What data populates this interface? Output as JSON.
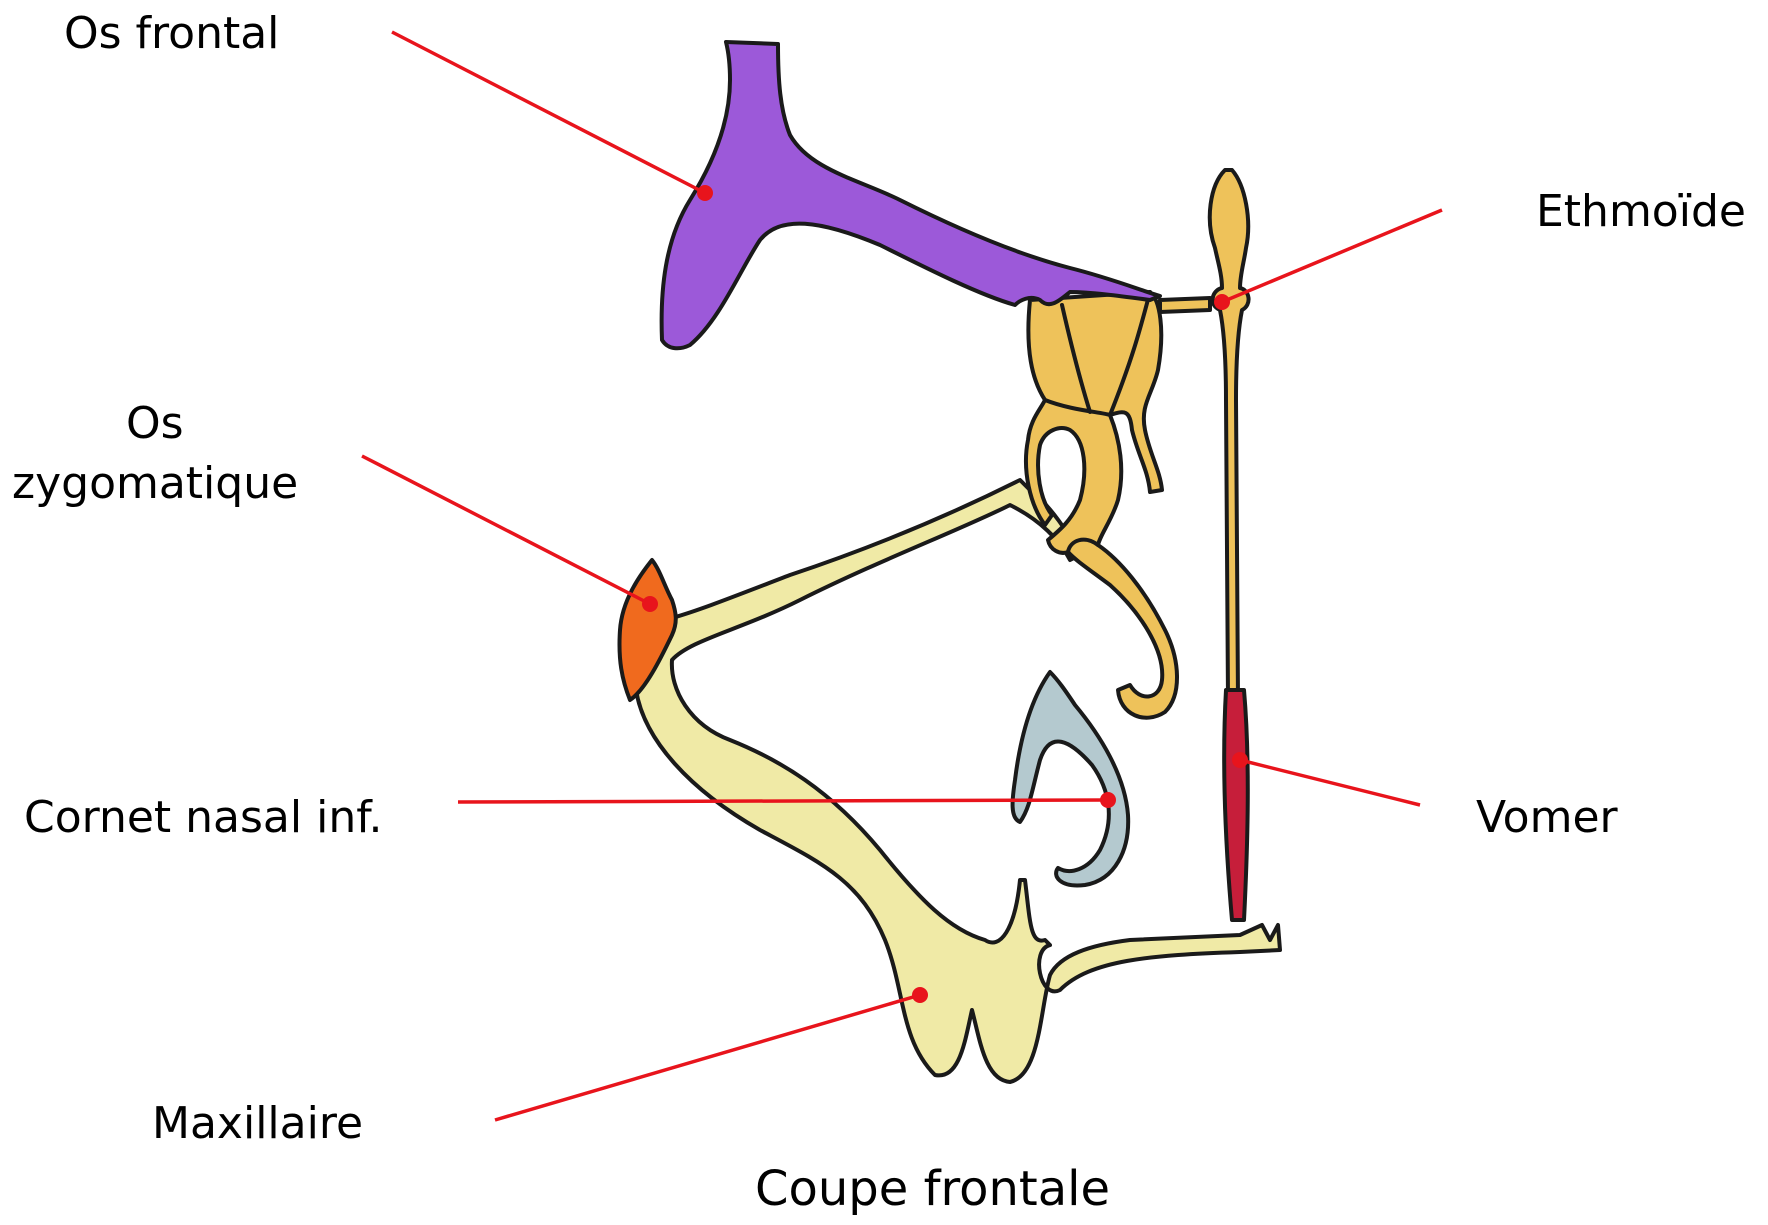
{
  "colors": {
    "leader": "#e8141c",
    "frontal": "#9c59d9",
    "ethmoid": "#eec25a",
    "zygomatic": "#f06a1e",
    "maxilla": "#f0eaa6",
    "inferior_turbinate": "#b4c9cf",
    "vomer": "#c61e3a"
  },
  "labels": {
    "os_frontal": "Os frontal",
    "os_zygomatique_line1": "Os",
    "os_zygomatique_line2": "zygomatique",
    "cornet": "Cornet nasal inf.",
    "maxillaire": "Maxillaire",
    "ethmoide": "Ethmoïde",
    "vomer": "Vomer"
  },
  "caption": "Coupe frontale"
}
